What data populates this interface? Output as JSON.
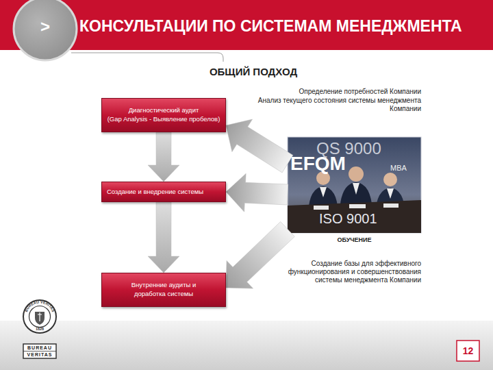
{
  "diagram": {
    "title": "КОНСУЛЬТАЦИИ ПО СИСТЕМАМ МЕНЕДЖМЕНТА",
    "nodes": [
      {
        "text": [
          "Диагностический аудит",
          "(Gap Analysis - Выявление пробелов)"
        ]
      },
      {
        "text": [
          "Создание и внедрение системы"
        ]
      },
      {
        "text": [
          "Внутренние аудиты и доработка системы"
        ]
      },
      {
        "text": [
          "QS 9000",
          "EFQM",
          "MBA",
          "ISO 9001",
          "ОБУЧЕНИЕ"
        ]
      }
    ],
    "edges": [
      {
        "from": 0,
        "to": 1,
        "arrow": "to"
      },
      {
        "from": 1,
        "to": 2,
        "arrow": "to"
      },
      {
        "from": 3,
        "to": 0,
        "arrow": "to"
      },
      {
        "from": 3,
        "to": 1,
        "arrow": "to"
      },
      {
        "from": 3,
        "to": 2,
        "arrow": "to"
      }
    ],
    "labels": [
      ">",
      "ОБЩИЙ ПОДХОД",
      "Определение потребностей Компании",
      "Анализ текущего состояния системы менеджмента Компании",
      "Создание базы для эффективного функционирования и совершенствования системы менеджмента Компании",
      "BUREAU VERITAS",
      "1828",
      "BUREAU",
      "VERITAS",
      "12"
    ]
  }
}
